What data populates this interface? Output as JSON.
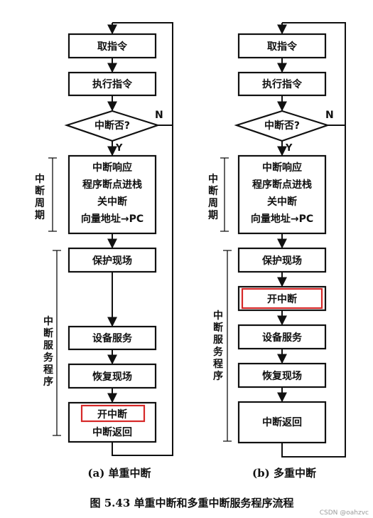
{
  "diagram_a": {
    "fetch": "取指令",
    "execute": "执行指令",
    "decision": "中断否?",
    "branch_n": "N",
    "branch_y": "Y",
    "cycle_lines": [
      "中断响应",
      "程序断点进栈",
      "关中断",
      "向量地址→PC"
    ],
    "save": "保护现场",
    "service": "设备服务",
    "restore": "恢复现场",
    "enable": "开中断",
    "return": "中断返回",
    "caption": "(a)  单重中断"
  },
  "diagram_b": {
    "fetch": "取指令",
    "execute": "执行指令",
    "decision": "中断否?",
    "branch_n": "N",
    "branch_y": "Y",
    "cycle_lines": [
      "中断响应",
      "程序断点进栈",
      "关中断",
      "向量地址→PC"
    ],
    "save": "保护现场",
    "enable": "开中断",
    "service": "设备服务",
    "restore": "恢复现场",
    "return": "中断返回",
    "caption": "(b)  多重中断"
  },
  "side_labels": {
    "cycle": [
      "中",
      "断",
      "周",
      "期"
    ],
    "service": [
      "中",
      "断",
      "服",
      "务",
      "程",
      "序"
    ]
  },
  "figure_caption": "图 5.43   单重中断和多重中断服务程序流程",
  "watermark": "CSDN @oahzvc",
  "colors": {
    "highlight": "#d62828",
    "line": "#111111"
  }
}
